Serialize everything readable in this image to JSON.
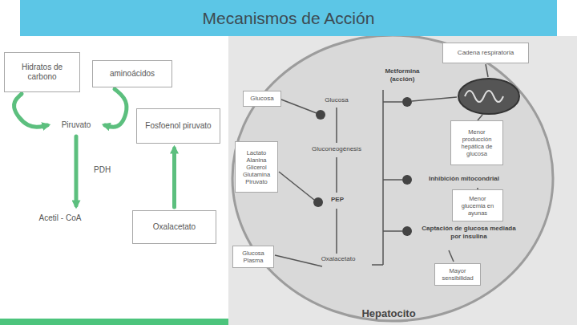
{
  "diagram": {
    "title": "Mecanismos de Acción",
    "nodes": [
      {
        "text": [
          "Hidratos de carbono"
        ]
      },
      {
        "text": [
          "aminoácidos"
        ]
      },
      {
        "text": [
          "Piruvato"
        ]
      },
      {
        "text": [
          "Fosfoenol piruvato"
        ]
      },
      {
        "text": [
          "Acetil - CoA"
        ]
      },
      {
        "text": [
          "Oxalacetato"
        ]
      },
      {
        "text": [
          "Glucosa"
        ]
      },
      {
        "text": [
          "Lactato Alanina Glicerol Glutamina Piruvato"
        ]
      },
      {
        "text": [
          "Glucosa Plasma"
        ]
      },
      {
        "text": [
          "Cadena respiratoria"
        ]
      },
      {
        "text": [
          "Menor producción hepática de glucosa"
        ]
      },
      {
        "text": [
          "Menor glucemia en ayunas"
        ]
      },
      {
        "text": [
          "Mayor sensibilidad"
        ]
      }
    ],
    "edges": [
      {
        "from": 0,
        "to": 2,
        "arrow": "to"
      },
      {
        "from": 1,
        "to": 2,
        "arrow": "to"
      },
      {
        "from": 2,
        "to": 4,
        "label": "PDH",
        "arrow": "to"
      },
      {
        "from": 5,
        "to": 3,
        "arrow": "to"
      }
    ],
    "labels": [
      "Metformina (acción)",
      "Glucosa",
      "Gluconeogénesis",
      "PEP",
      "Oxalacetato",
      "Inhibición mitocondrial",
      "Captación de glucosa mediada por insulina",
      "Hepatocito"
    ]
  }
}
